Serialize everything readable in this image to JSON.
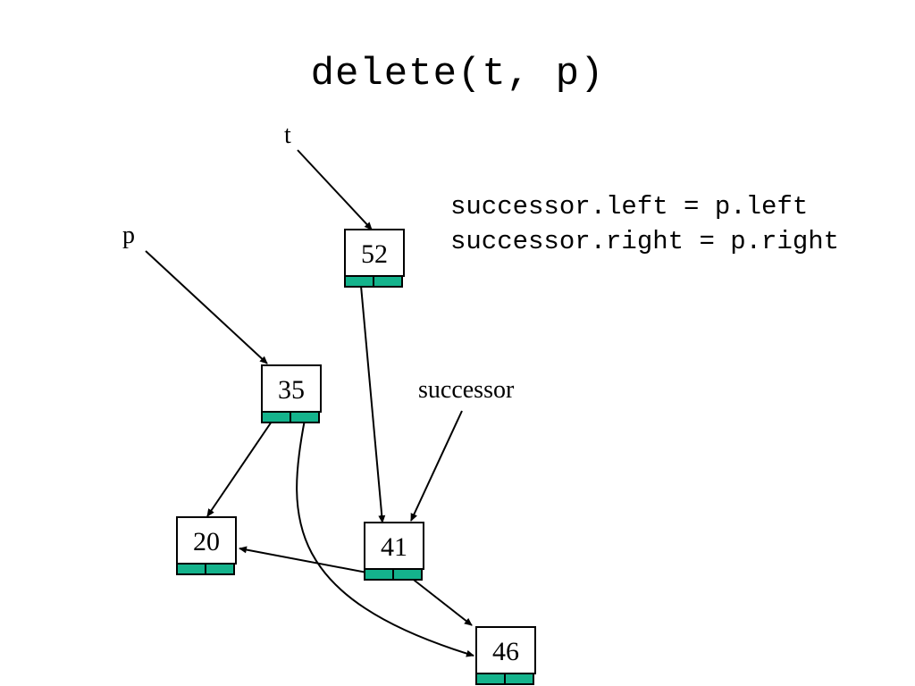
{
  "title": "delete(t, p)",
  "code": {
    "line1": "successor.left = p.left",
    "line2": "successor.right = p.right"
  },
  "labels": {
    "t": "t",
    "p": "p",
    "successor": "successor"
  },
  "nodes": [
    {
      "id": "n52",
      "value": "52"
    },
    {
      "id": "n35",
      "value": "35"
    },
    {
      "id": "n20",
      "value": "20"
    },
    {
      "id": "n41",
      "value": "41"
    },
    {
      "id": "n46",
      "value": "46"
    }
  ],
  "colors": {
    "pointer_fill": "#14b38c",
    "stroke": "#000000"
  }
}
